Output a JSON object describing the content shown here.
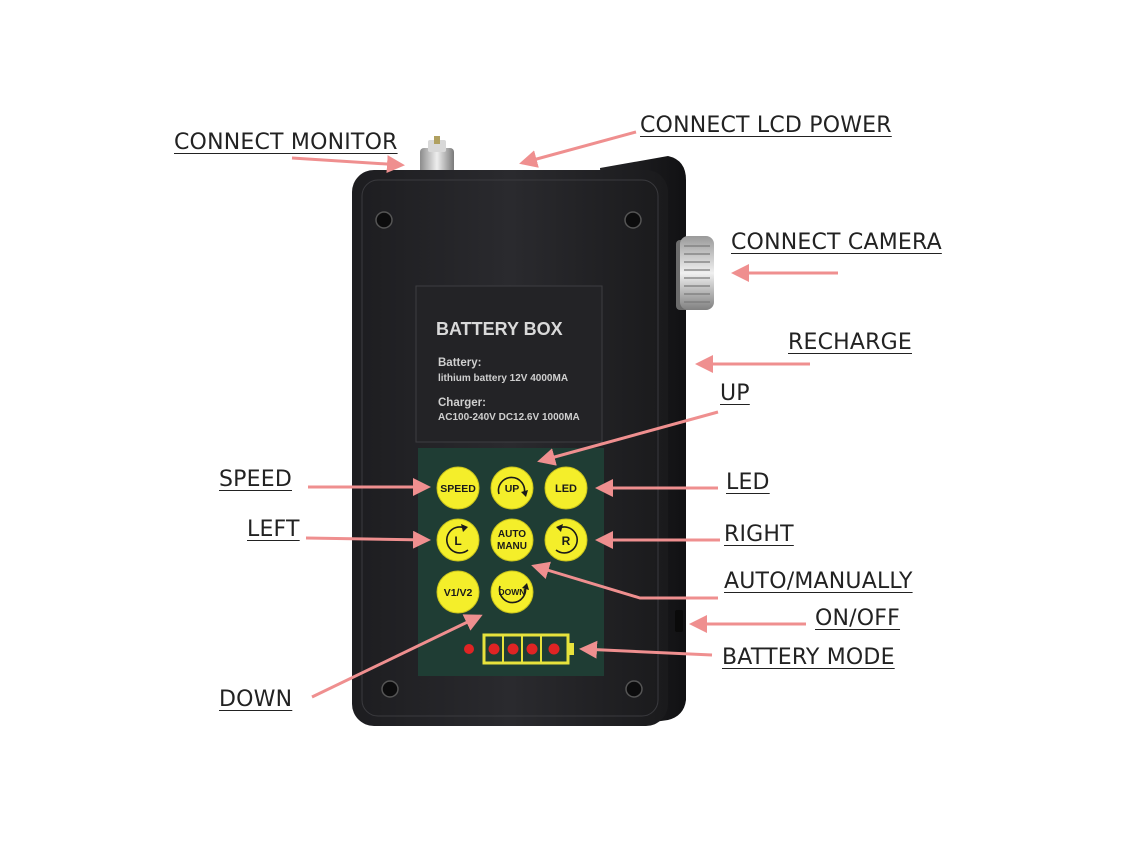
{
  "labels": {
    "connect_monitor": "CONNECT MONITOR",
    "connect_lcd_power": "CONNECT LCD POWER",
    "connect_camera": "CONNECT CAMERA",
    "recharge": "RECHARGE",
    "up": "UP",
    "speed": "SPEED",
    "led": "LED",
    "left": "LEFT",
    "right": "RIGHT",
    "auto_manually": "AUTO/MANUALLY",
    "on_off": "ON/OFF",
    "battery_mode": "BATTERY MODE",
    "down": "DOWN"
  },
  "device": {
    "title": "BATTERY BOX",
    "battery_heading": "Battery:",
    "battery_spec": "lithium battery  12V 4000MA",
    "charger_heading": "Charger:",
    "charger_spec": "AC100-240V DC12.6V 1000MA"
  },
  "keypad": {
    "speed": "SPEED",
    "up": "UP",
    "led": "LED",
    "left": "L",
    "auto_line1": "AUTO",
    "auto_line2": "MANU",
    "right": "R",
    "v1v2": "V1/V2",
    "down": "DOWN"
  },
  "colors": {
    "arrow": "#ef8f8f",
    "button": "#f4ee2a",
    "keypad_bg": "#1f3d34",
    "battery_indicator": "#e7e23c",
    "battery_led": "#e02424"
  }
}
